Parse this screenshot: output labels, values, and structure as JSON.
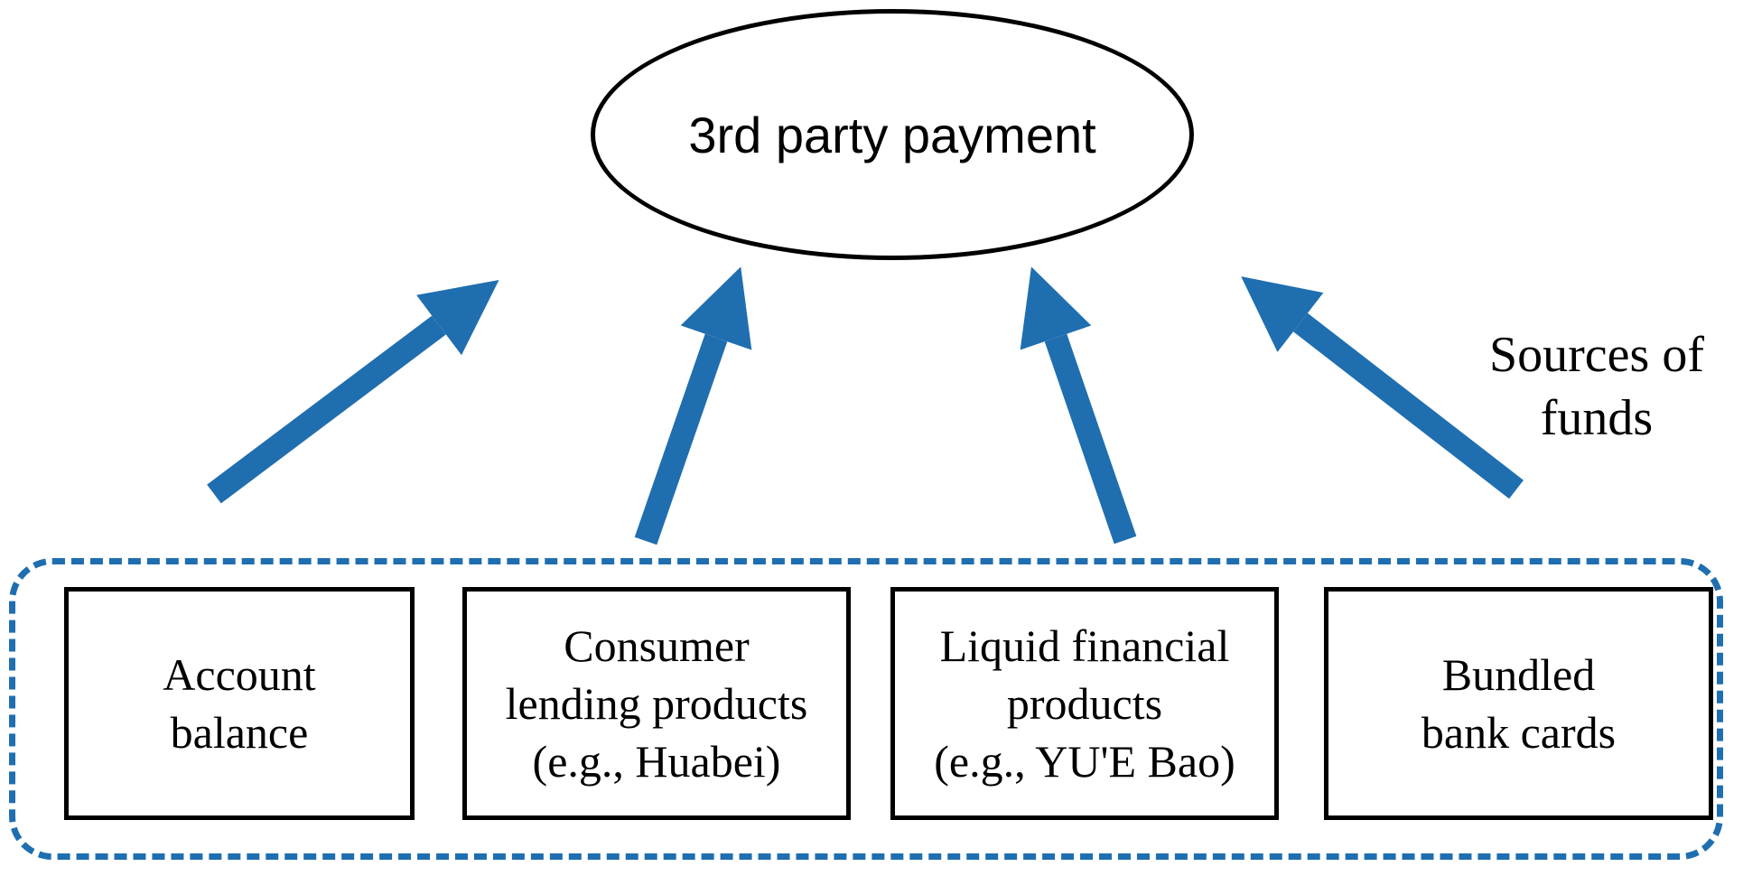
{
  "diagram": {
    "center_node": {
      "label": "3rd party payment"
    },
    "annotation": {
      "lines": [
        "Sources of",
        "funds"
      ]
    },
    "sources": [
      {
        "id": "account-balance",
        "lines": [
          "Account",
          "balance"
        ]
      },
      {
        "id": "consumer-lending-products",
        "lines": [
          "Consumer",
          "lending products",
          "(e.g., Huabei)"
        ]
      },
      {
        "id": "liquid-financial-products",
        "lines": [
          "Liquid financial",
          "products",
          "(e.g., YU'E Bao)"
        ]
      },
      {
        "id": "bundled-bank-cards",
        "lines": [
          "Bundled",
          "bank cards"
        ]
      }
    ],
    "colors": {
      "arrow": "#1f6eb0",
      "dashed_border": "#1f6eb0",
      "node_border": "#000000"
    }
  }
}
